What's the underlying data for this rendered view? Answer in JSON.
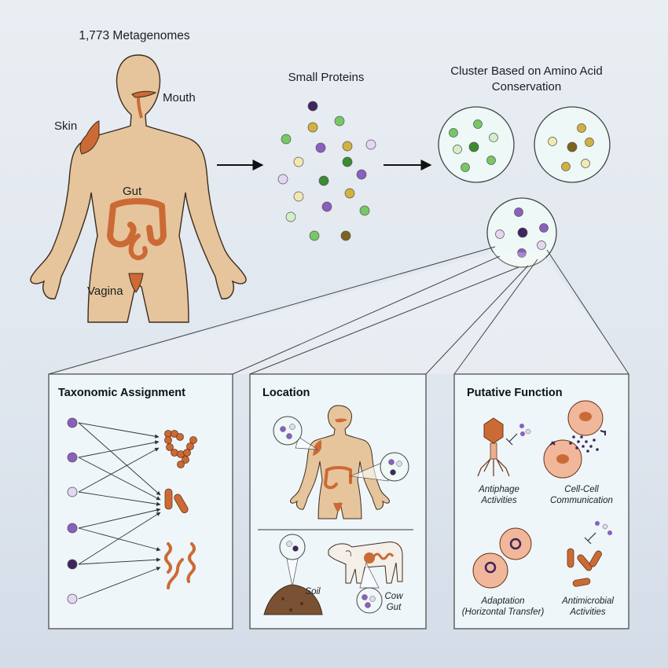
{
  "header": {
    "metagenomes": "1,773 Metagenomes",
    "small_proteins": "Small Proteins",
    "cluster_line1": "Cluster Based on Amino Acid",
    "cluster_line2": "Conservation"
  },
  "body_sites": {
    "mouth": "Mouth",
    "skin": "Skin",
    "gut": "Gut",
    "vagina": "Vagina"
  },
  "panels": {
    "taxonomy": {
      "title": "Taxonomic Assignment"
    },
    "location": {
      "title": "Location",
      "soil": "Soil",
      "cow_gut_1": "Cow",
      "cow_gut_2": "Gut"
    },
    "function": {
      "title": "Putative Function",
      "antiphage_1": "Antiphage",
      "antiphage_2": "Activities",
      "cellcell_1": "Cell-Cell",
      "cellcell_2": "Communication",
      "adaptation_1": "Adaptation",
      "adaptation_2": "(Horizontal Transfer)",
      "antimicrobial_1": "Antimicrobial",
      "antimicrobial_2": "Activities"
    }
  },
  "colors": {
    "body": "#e6c59c",
    "body_stroke": "#3d2c1e",
    "organ": "#cc6a35",
    "panel_bg": "#eef6f9",
    "bubble_bg": "#eef8f6",
    "green_dark": "#3c8a32",
    "green_mid": "#77c765",
    "green_light": "#d4efc8",
    "gold_dark": "#7c6420",
    "gold_mid": "#d2b13f",
    "gold_light": "#f3e7b3",
    "purple_dark": "#40245e",
    "purple_mid": "#8b5fbd",
    "purple_light": "#e3d7f1"
  }
}
